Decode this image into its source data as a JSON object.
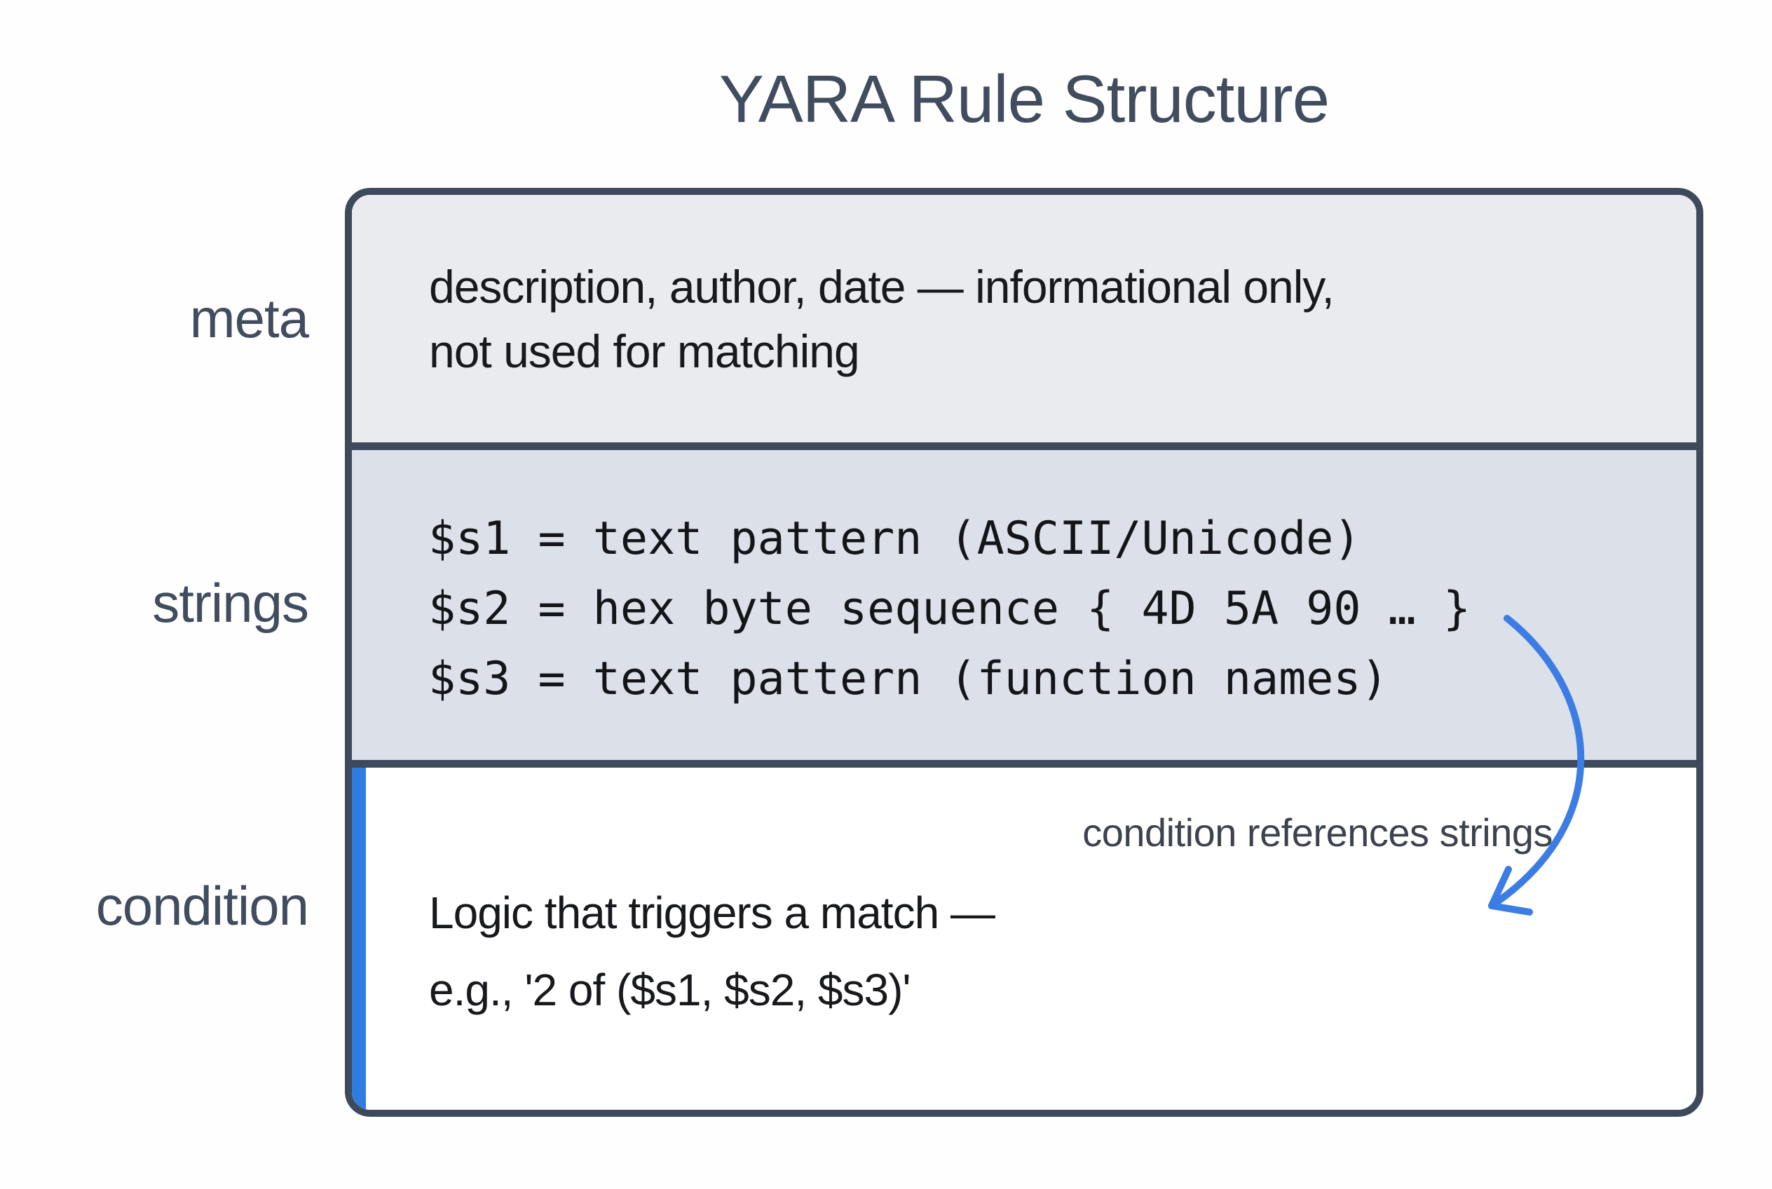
{
  "title": "YARA Rule Structure",
  "colors": {
    "box_border": "#3e4a5c",
    "meta_bg": "#e9ebef",
    "strings_bg": "#dbe0e9",
    "condition_bg": "#ffffff",
    "condition_accent_blue": "#2e7ce0",
    "arrow_blue": "#3b7de4",
    "heading_text": "#414c5f",
    "body_text": "#17191d"
  },
  "icons": {
    "arrow": "curved-arrow-down-left"
  },
  "sections": {
    "meta": {
      "label": "meta",
      "line1": "description, author, date — informational only,",
      "line2": "not used for matching"
    },
    "strings": {
      "label": "strings",
      "line1": "$s1 = text pattern (ASCII/Unicode)",
      "line2": "$s2 = hex byte sequence { 4D 5A 90 … }",
      "line3": "$s3 = text pattern (function names)"
    },
    "condition": {
      "label": "condition",
      "annotation": "condition references strings",
      "line1": "Logic that triggers a match —",
      "line2": "e.g., '2 of ($s1, $s2, $s3)'"
    }
  }
}
